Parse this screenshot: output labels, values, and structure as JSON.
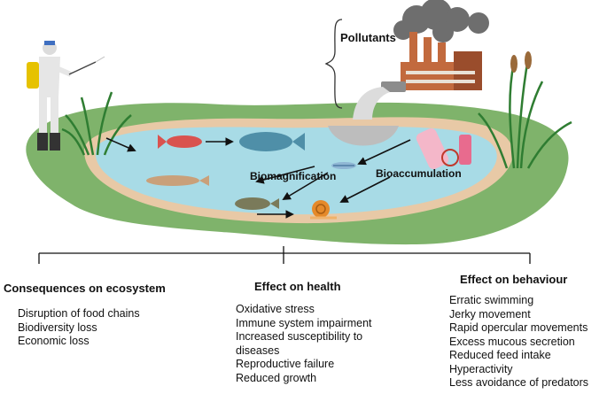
{
  "labels": {
    "pollutants": "Pollutants",
    "biomagnification": "Biomagnification",
    "bioaccumulation": "Bioaccumulation"
  },
  "sections": {
    "ecosystem": {
      "title": "Consequences on ecosystem",
      "items": [
        "Disruption of food chains",
        "Biodiversity loss",
        "Economic loss"
      ]
    },
    "health": {
      "title": "Effect on health",
      "items": [
        "Oxidative stress",
        "Immune system impairment",
        "Increased susceptibility to",
        "diseases",
        "Reproductive failure",
        "Reduced growth"
      ]
    },
    "behaviour": {
      "title": "Effect on behaviour",
      "items": [
        "Erratic swimming",
        "Jerky movement",
        "Rapid opercular movements",
        "Excess mucous secretion",
        "Reduced feed intake",
        "Hyperactivity",
        "Less avoidance of predators"
      ]
    }
  },
  "colors": {
    "grass": "#7fb36b",
    "sand": "#e8c9a6",
    "water": "#a8dbe6",
    "smoke": "#6e6e6e",
    "factory": "#c26a3e"
  }
}
